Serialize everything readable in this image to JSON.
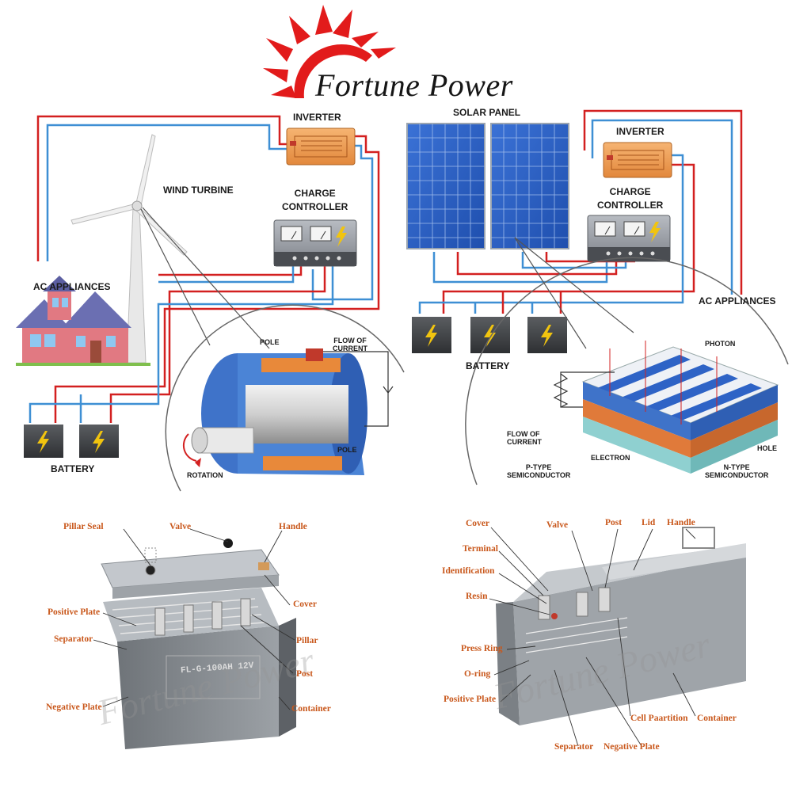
{
  "brand": {
    "name": "Fortune Power"
  },
  "colors": {
    "accent_red": "#e21b1b",
    "wire_red": "#d32020",
    "wire_blue": "#3e8fd4",
    "label_orange": "#c9581c",
    "panel_blue": "#2e63c6"
  },
  "wind_system": {
    "inverter": "INVERTER",
    "wind_turbine": "WIND TURBINE",
    "charge_controller": "CHARGE\nCONTROLLER",
    "ac_appliances": "AC APPLIANCES",
    "battery": "BATTERY",
    "generator": {
      "pole_top": "POLE",
      "flow_of_current": "FLOW OF\nCURRENT",
      "pole_bottom": "POLE",
      "rotation": "ROTATION"
    }
  },
  "solar_system": {
    "solar_panel": "SOLAR PANEL",
    "inverter": "INVERTER",
    "charge_controller": "CHARGE\nCONTROLLER",
    "ac_appliances": "AC APPLIANCES",
    "battery": "BATTERY",
    "cell": {
      "photon": "PHOTON",
      "flow_of_current": "FLOW OF\nCURRENT",
      "electron": "ELECTRON",
      "hole": "HOLE",
      "p_type": "P-TYPE\nSEMICONDUCTOR",
      "n_type": "N-TYPE\nSEMICONDUCTOR"
    }
  },
  "battery_left": {
    "model": "FL-G-100AH 12V",
    "labels": {
      "pillar_seal": "Pillar Seal",
      "valve": "Valve",
      "handle": "Handle",
      "cover": "Cover",
      "positive_plate": "Positive Plate",
      "separator": "Separator",
      "pillar": "Pillar",
      "post": "Post",
      "negative_plate": "Negative Plate",
      "container": "Container"
    }
  },
  "battery_right": {
    "labels": {
      "cover": "Cover",
      "valve": "Valve",
      "post": "Post",
      "lid": "Lid",
      "handle": "Handle",
      "terminal": "Terminal",
      "identification": "Identification",
      "resin": "Resin",
      "press_ring": "Press Ring",
      "o_ring": "O-ring",
      "positive_plate": "Positive Plate",
      "cell_partition": "Cell Paartition",
      "container": "Container",
      "separator": "Separator",
      "negative_plate": "Negative Plate"
    }
  }
}
